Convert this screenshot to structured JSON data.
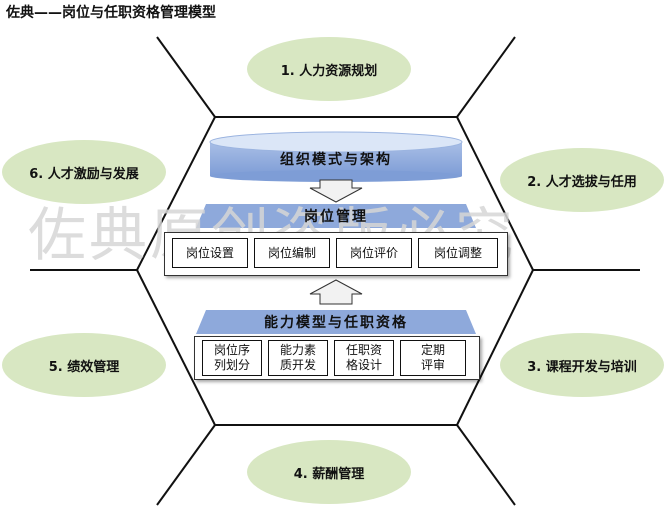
{
  "title": "佐典——岗位与任职资格管理模型",
  "watermark": "佐典原创盗版必究",
  "colors": {
    "ellipse": "#d8e7c2",
    "band": "#8ea9db",
    "band_top": "#dbe6f7",
    "line": "#111111"
  },
  "outer": [
    {
      "label": "1. 人力资源规划"
    },
    {
      "label": "2. 人才选拔与任用"
    },
    {
      "label": "3. 课程开发与培训"
    },
    {
      "label": "4. 薪酬管理"
    },
    {
      "label": "5. 绩效管理"
    },
    {
      "label": "6. 人才激励与发展"
    }
  ],
  "core": {
    "org": {
      "label": "组织模式与架构"
    },
    "post": {
      "label": "岗位管理",
      "items": [
        "岗位设置",
        "岗位编制",
        "岗位评价",
        "岗位调整"
      ]
    },
    "competency": {
      "label": "能力模型与任职资格",
      "items": [
        {
          "line1": "岗位序",
          "line2": "列划分"
        },
        {
          "line1": "能力素",
          "line2": "质开发"
        },
        {
          "line1": "任职资",
          "line2": "格设计"
        },
        {
          "line1": "定期",
          "line2": "评审"
        }
      ]
    }
  }
}
